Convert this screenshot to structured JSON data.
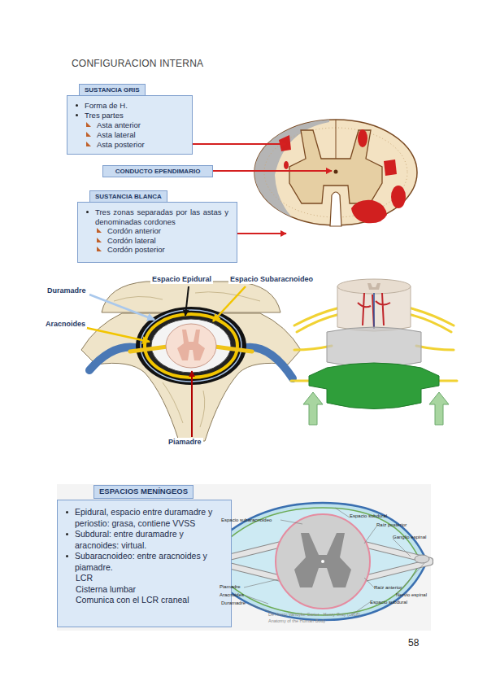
{
  "diagram": {
    "title": "CONFIGURACION INTERNA",
    "nodes": [
      {
        "text": [
          "SUSTANCIA GRIS",
          "Forma de H.",
          "Tres partes",
          "Asta anterior",
          "Asta lateral",
          "Asta posterior"
        ]
      },
      {
        "text": [
          "CONDUCTO EPENDIMARIO"
        ]
      },
      {
        "text": [
          "SUSTANCIA BLANCA",
          "Tres zonas separadas por las astas y denominadas cordones",
          "Cordón anterior",
          "Cordón lateral",
          "Cordón posterior"
        ]
      },
      {
        "text": [
          "ESPACIOS MENÍNGEOS",
          "Epidural, espacio entre duramadre y periostio: grasa, contiene VVSS",
          "Subdural: entre duramadre y aracnoides: virtual.",
          "Subaracnoideo: entre aracnoides y piamadre.",
          "LCR",
          "Cisterna lumbar",
          "Comunica con el LCR craneal"
        ]
      }
    ],
    "labels": [
      "Espacio Epidural",
      "Espacio Subaracnoideo",
      "Duramadre",
      "Aracnoides",
      "Piamadre",
      "Espacio subaracnoideo",
      "Espacio subdural",
      "Raíz posterior",
      "Ganglio espinal",
      "Raíz anterior",
      "Nervio espinal",
      "Piamadre",
      "Aracnoides",
      "Duramadre",
      "Espacio subdural",
      "De Henry Vandyke Carter - Henry Gray (1918) Anatomy of the Human Body",
      "58"
    ]
  }
}
